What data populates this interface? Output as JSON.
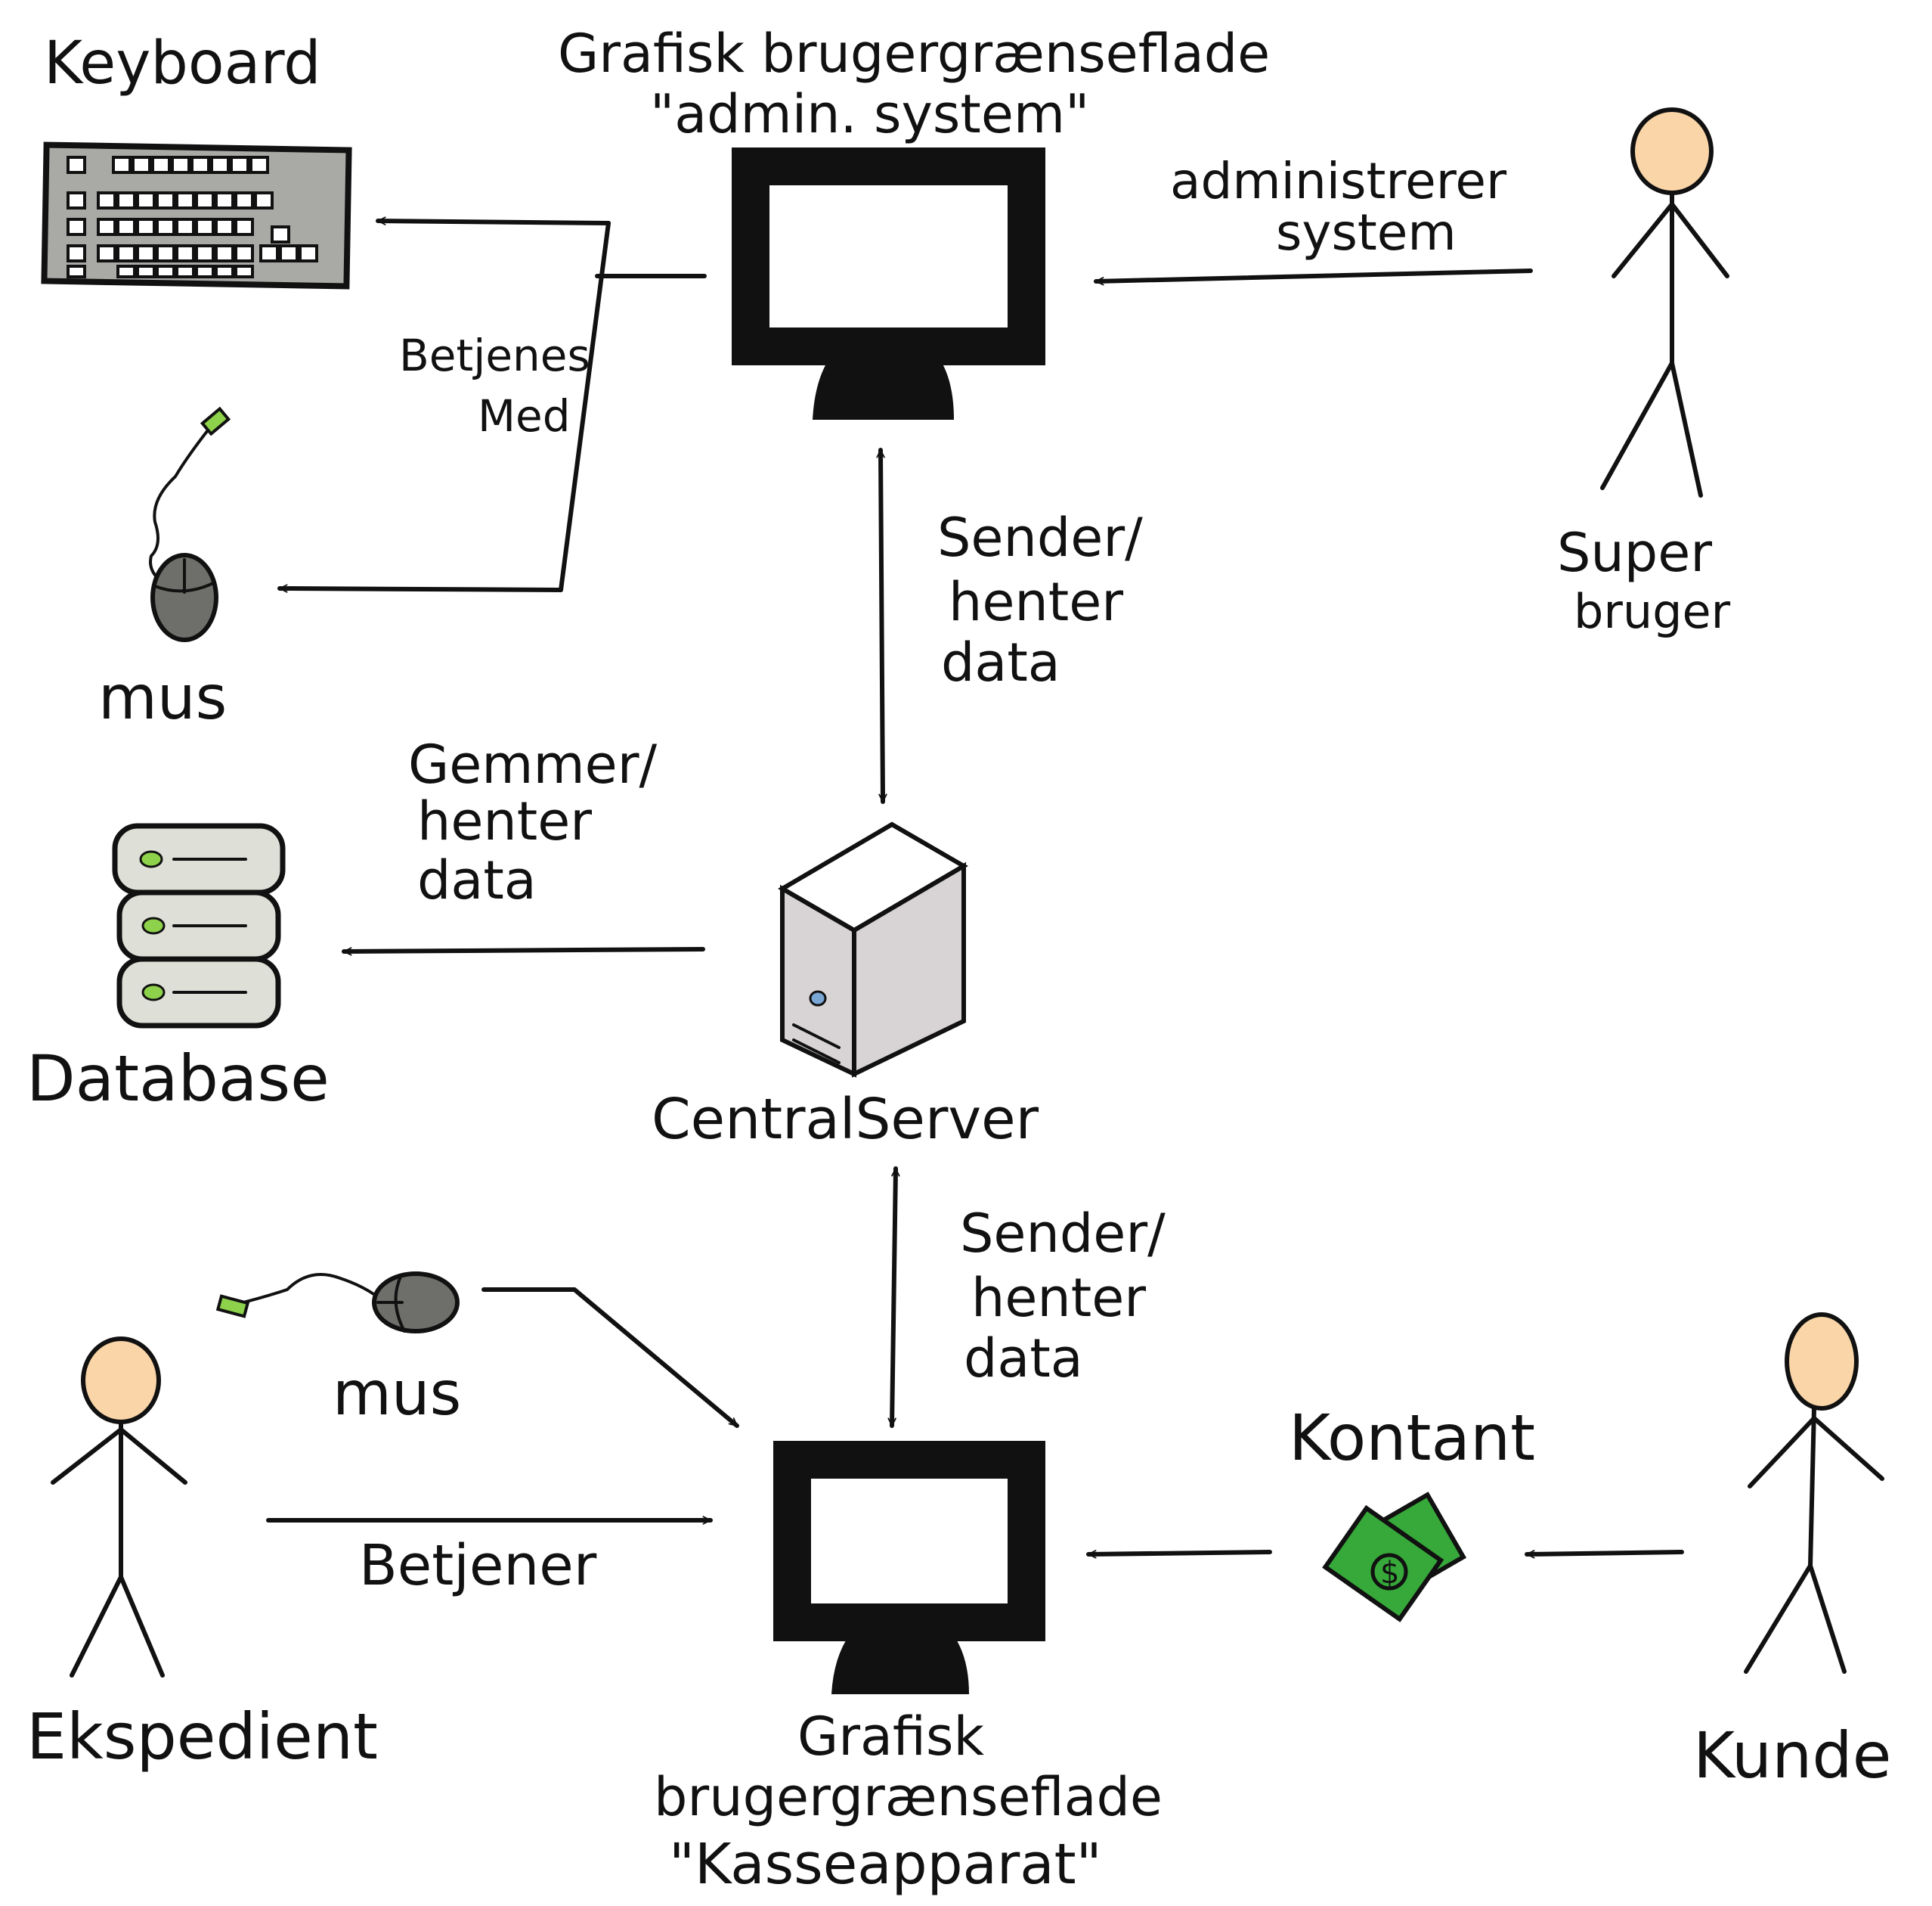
{
  "labels": {
    "keyboard": "Keyboard",
    "admin_gui_line1": "Grafisk brugergrænseflade",
    "admin_gui_line2": "\"admin.  system\"",
    "administrerer_line1": "administrerer",
    "administrerer_line2": "system",
    "betjenes_line1": "Betjenes",
    "betjenes_line2": "Med",
    "mus_top": "mus",
    "superbruger_line1": "Super",
    "superbruger_line2": "bruger",
    "sender_top_line1": "Sender/",
    "sender_top_line2": "henter",
    "sender_top_line3": "data",
    "gemmer_line1": "Gemmer/",
    "gemmer_line2": "henter",
    "gemmer_line3": "data",
    "database": "Database",
    "centralserver": "CentralServer",
    "sender_bottom_line1": "Sender/",
    "sender_bottom_line2": "henter",
    "sender_bottom_line3": "data",
    "mus_bottom": "mus",
    "kontant": "Kontant",
    "ekspedient": "Ekspedient",
    "betjener": "Betjener",
    "kunde": "Kunde",
    "pos_gui_line1": "Grafisk",
    "pos_gui_line2": "brugergrænseflade",
    "pos_gui_line3": "\"Kasseapparat\""
  },
  "colors": {
    "ink": "#111111",
    "skin": "#f9d5a7",
    "keyboard_body": "#a9aaa6",
    "server_body": "#d8d4d6",
    "database_body": "#dedfd6",
    "led_green": "#8ed14b",
    "cash_green": "#37a83a",
    "mouse_body": "#6e6e6a"
  },
  "icons": {
    "keyboard": "keyboard-icon",
    "mouse": "mouse-icon",
    "monitor": "monitor-icon",
    "server": "server-tower-icon",
    "database": "database-stack-icon",
    "person": "stick-figure-icon",
    "cash": "cash-money-icon"
  }
}
